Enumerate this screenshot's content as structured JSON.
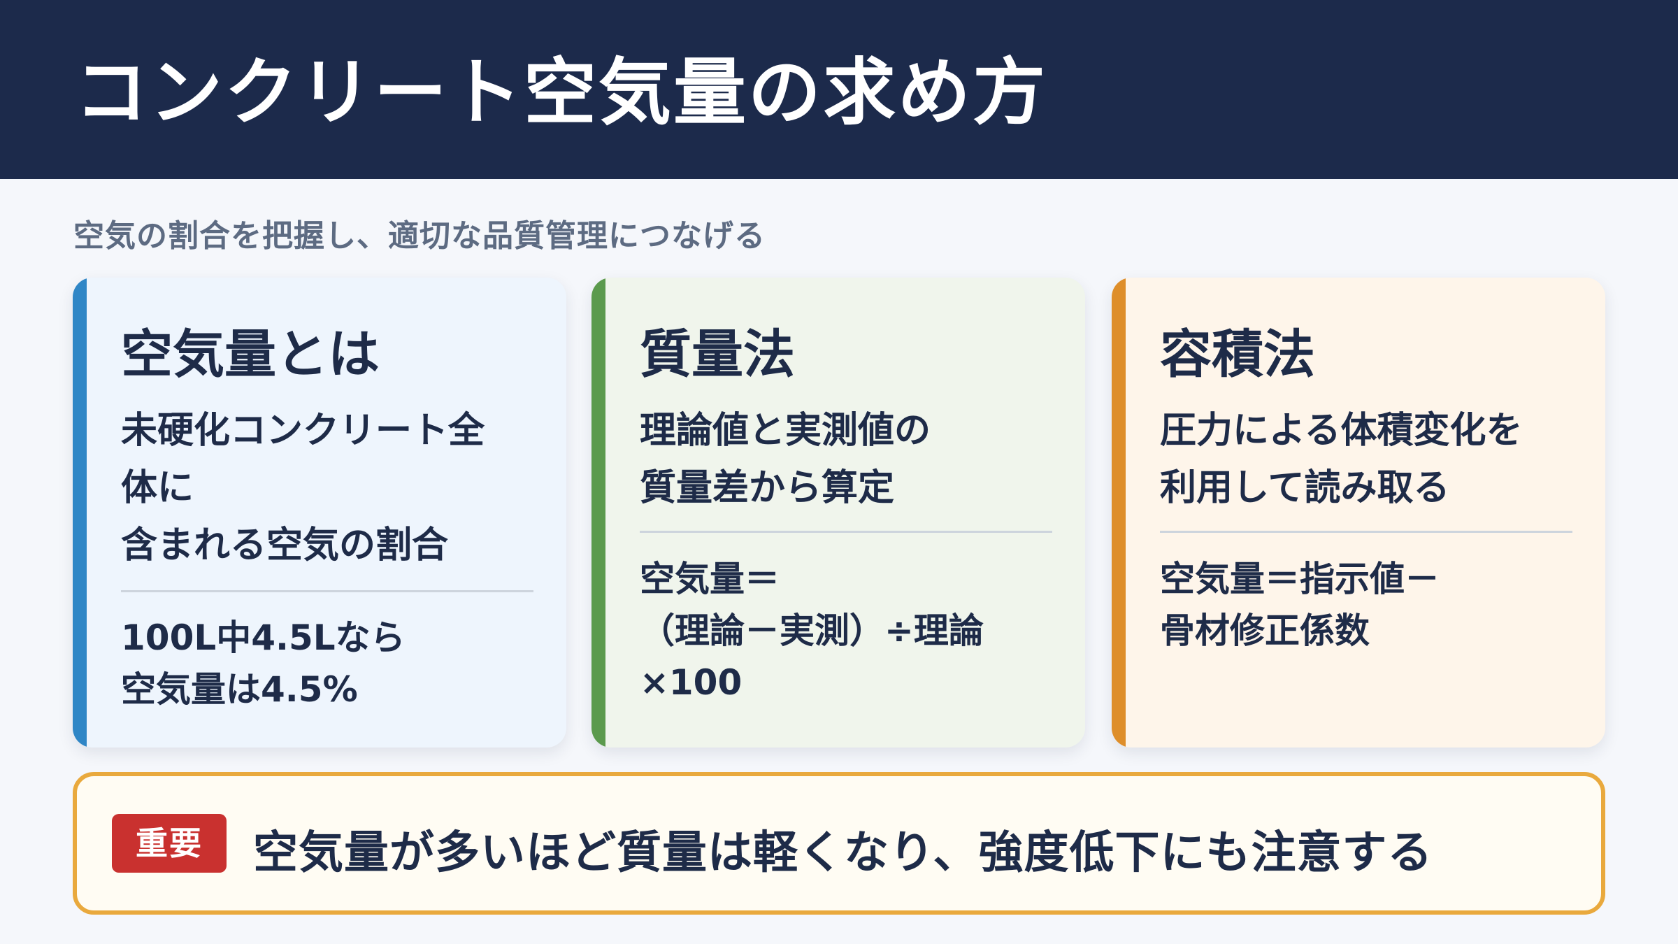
{
  "header": {
    "title": "コンクリート空気量の求め方"
  },
  "subtitle": "空気の割合を把握し、適切な品質管理につなげる",
  "cards": [
    {
      "title": "空気量とは",
      "body_lines": [
        "未硬化コンクリート全",
        "体に",
        "含まれる空気の割合"
      ],
      "foot_lines": [
        "100L中4.5Lなら",
        "空気量は4.5%"
      ],
      "accent_color": "#2f86c6"
    },
    {
      "title": "質量法",
      "body_lines": [
        "理論値と実測値の",
        "質量差から算定"
      ],
      "foot_lines": [
        "空気量＝",
        "（理論－実測）÷理論",
        "×100"
      ],
      "accent_color": "#5b9a4d"
    },
    {
      "title": "容積法",
      "body_lines": [
        "圧力による体積変化を",
        "利用して読み取る"
      ],
      "foot_lines": [
        "空気量＝指示値－",
        "骨材修正係数"
      ],
      "accent_color": "#de8e2a"
    }
  ],
  "note": {
    "badge": "重要",
    "text": "空気量が多いほど質量は軽くなり、強度低下にも注意する",
    "border_color": "#e9a93d",
    "badge_color": "#c9312f"
  }
}
